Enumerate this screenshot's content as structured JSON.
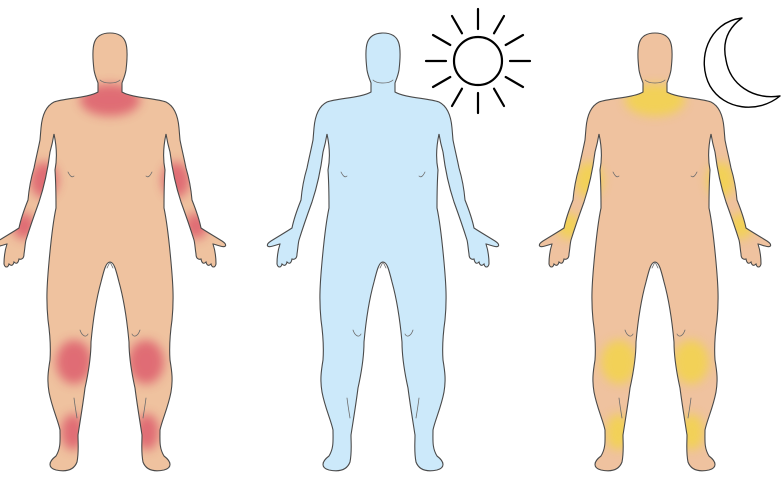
{
  "figures": [
    {
      "id": "figure-redness",
      "skin_color": "#efc29f",
      "highlight_color": "#de6470",
      "highlight_regions": [
        "neck-shoulders",
        "elbows",
        "wrists",
        "knees",
        "ankles"
      ]
    },
    {
      "id": "figure-daytime",
      "skin_color": "#cce9fa",
      "highlight_color": "",
      "highlight_regions": [],
      "symbol": "sun-icon"
    },
    {
      "id": "figure-nighttime",
      "skin_color": "#efc29f",
      "highlight_color": "#f2d34f",
      "highlight_regions": [
        "neck-shoulders",
        "elbows",
        "wrists",
        "knees",
        "ankles"
      ],
      "symbol": "moon-icon"
    }
  ]
}
